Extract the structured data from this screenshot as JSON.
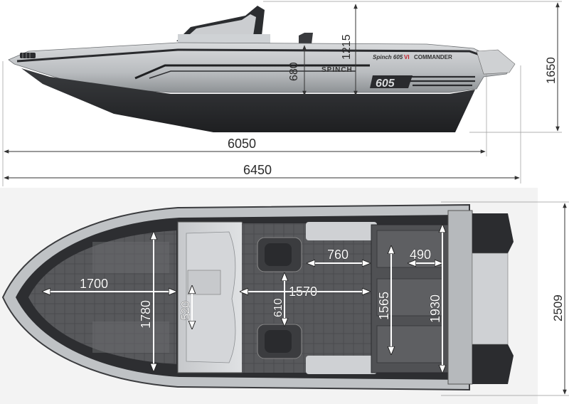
{
  "diagram": {
    "side_view": {
      "brand_name": "Spinch 605",
      "model_mark": "VI",
      "model_suffix": "COMMANDER",
      "hull_wordmark": "SPINCH",
      "hull_emblem": "605",
      "height_total": "1650",
      "height_freeboard_front": "680",
      "height_freeboard_rear": "1215",
      "length_hull": "6050",
      "length_overall": "6450"
    },
    "top_view": {
      "beam": "2509",
      "bow_length": "1700",
      "bow_width": "1780",
      "passage_width": "520",
      "cockpit_length": "1570",
      "cockpit_passage": "610",
      "aft_length": "760",
      "transom_depth": "490",
      "bench_width": "1565",
      "stern_width": "1930"
    }
  }
}
